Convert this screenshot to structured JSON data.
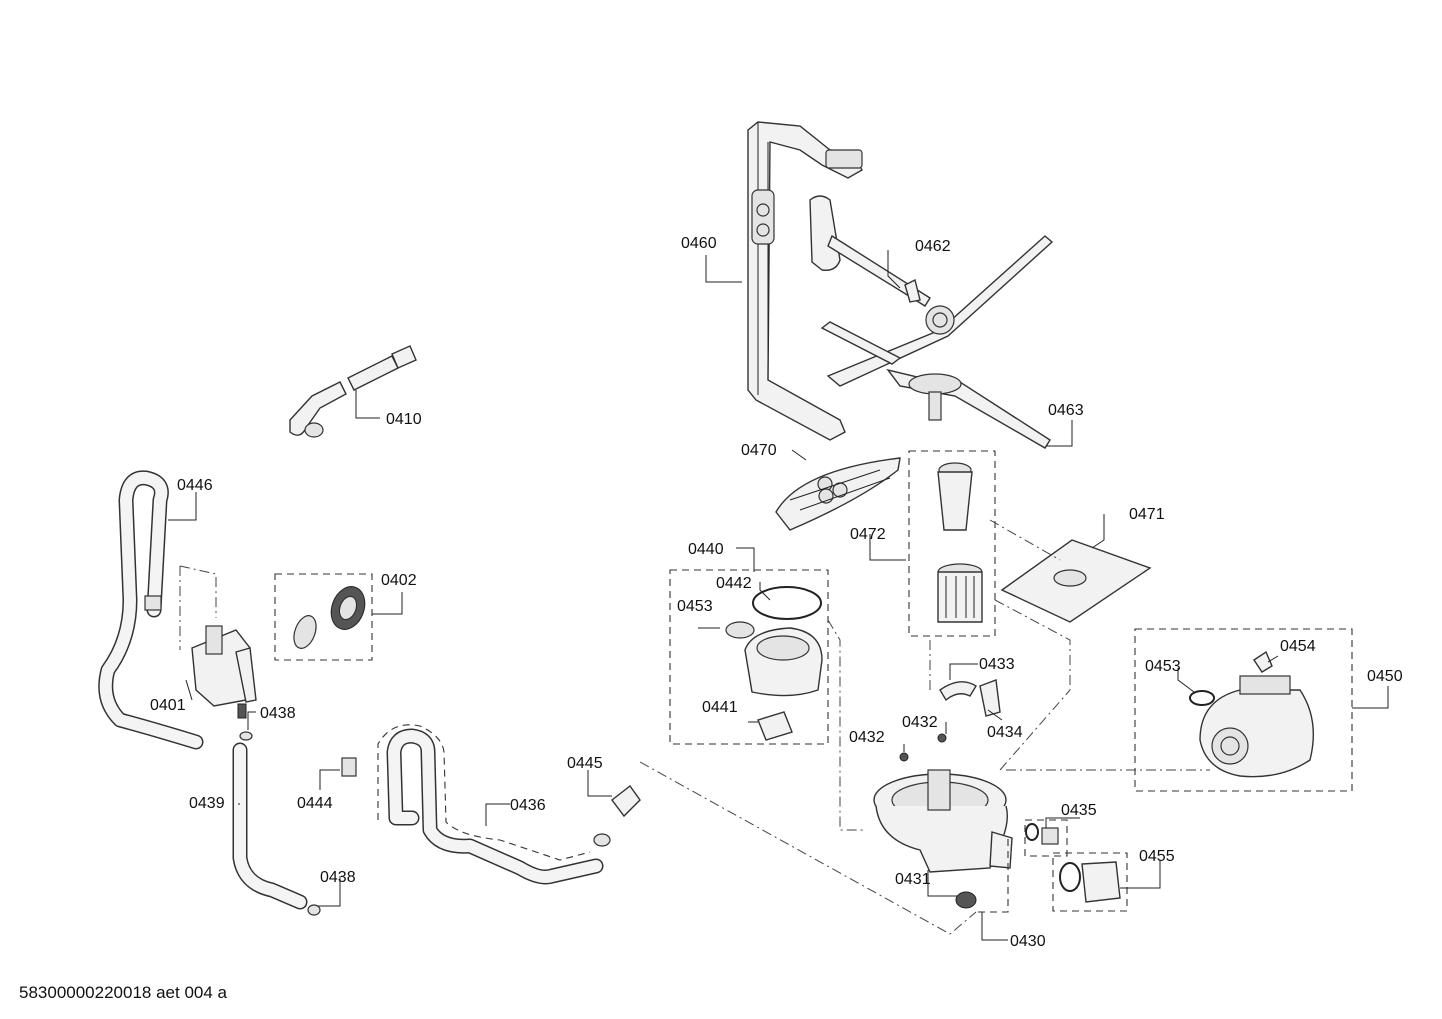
{
  "drawing": {
    "footer_code": "58300000220018 aet 004 a",
    "part_labels": {
      "p0460": "0460",
      "p0462": "0462",
      "p0463": "0463",
      "p0470": "0470",
      "p0410": "0410",
      "p0446": "0446",
      "p0402": "0402",
      "p0401": "0401",
      "p0438a": "0438",
      "p0439": "0439",
      "p0438b": "0438",
      "p0444": "0444",
      "p0436": "0436",
      "p0445": "0445",
      "p0440": "0440",
      "p0442": "0442",
      "p0453a": "0453",
      "p0441": "0441",
      "p0472": "0472",
      "p0471": "0471",
      "p0433": "0433",
      "p0432a": "0432",
      "p0432b": "0432",
      "p0434": "0434",
      "p0435": "0435",
      "p0431": "0431",
      "p0430": "0430",
      "p0455": "0455",
      "p0453b": "0453",
      "p0454": "0454",
      "p0450": "0450"
    }
  }
}
